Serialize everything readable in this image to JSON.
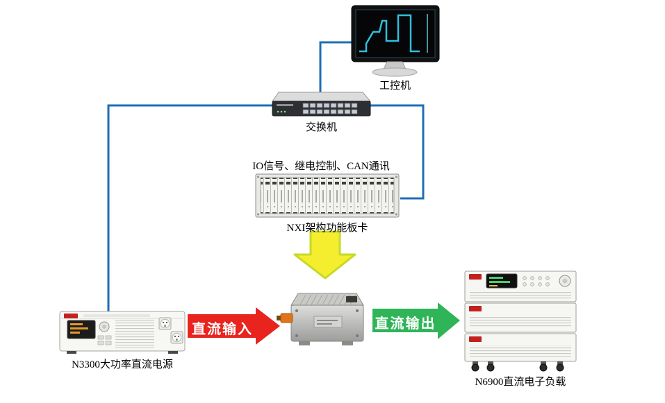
{
  "diagram": {
    "connection_color": "#1d6eb5",
    "nodes": {
      "industrial_pc": {
        "label": "工控机"
      },
      "network_switch": {
        "label": "交换机"
      },
      "nxi_chassis": {
        "label": "NXI架构功能板卡",
        "caption": "IO信号、继电控制、CAN通讯"
      },
      "dut": {},
      "dc_power_supply": {
        "label": "N3300大功率直流电源"
      },
      "dc_electronic_load": {
        "label": "N6900直流电子负载"
      }
    },
    "flows": {
      "dc_input": {
        "label": "直流输入",
        "color": "#e9231d"
      },
      "dc_output": {
        "label": "直流输出",
        "color": "#2fb457"
      },
      "control_down": {
        "color": "#f4ee2e",
        "border": "#c6d929"
      }
    },
    "links": [
      {
        "from": "industrial_pc",
        "to": "network_switch"
      },
      {
        "from": "network_switch",
        "to": "dc_power_supply"
      },
      {
        "from": "network_switch",
        "to": "nxi_chassis"
      },
      {
        "from": "nxi_chassis",
        "to": "dut"
      },
      {
        "from": "dc_power_supply",
        "to": "dut"
      },
      {
        "from": "dut",
        "to": "dc_electronic_load"
      }
    ]
  }
}
